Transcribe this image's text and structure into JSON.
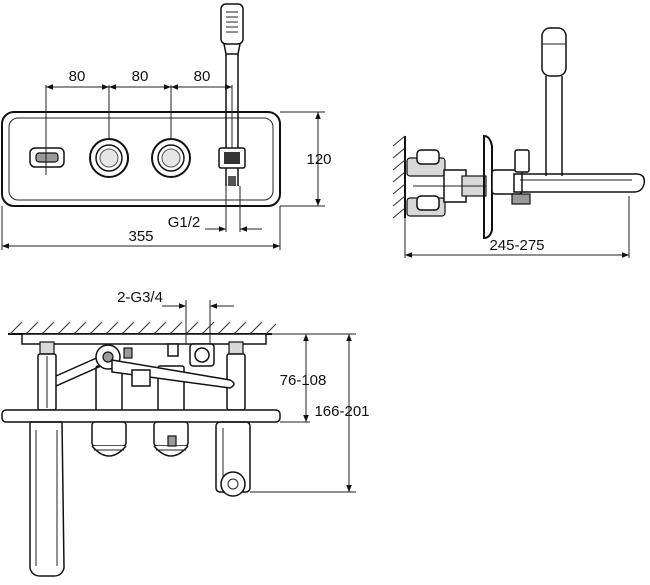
{
  "front_view": {
    "dims": {
      "spacing_1": "80",
      "spacing_2": "80",
      "spacing_3": "80",
      "height": "120",
      "thread": "G1/2",
      "width": "355"
    }
  },
  "side_view": {
    "dims": {
      "depth": "245-275"
    }
  },
  "top_view": {
    "dims": {
      "inlet": "2-G3/4",
      "body_depth": "76-108",
      "overall_depth": "166-201"
    }
  },
  "colors": {
    "line": "#111111",
    "shade": "#d8d8d8"
  }
}
